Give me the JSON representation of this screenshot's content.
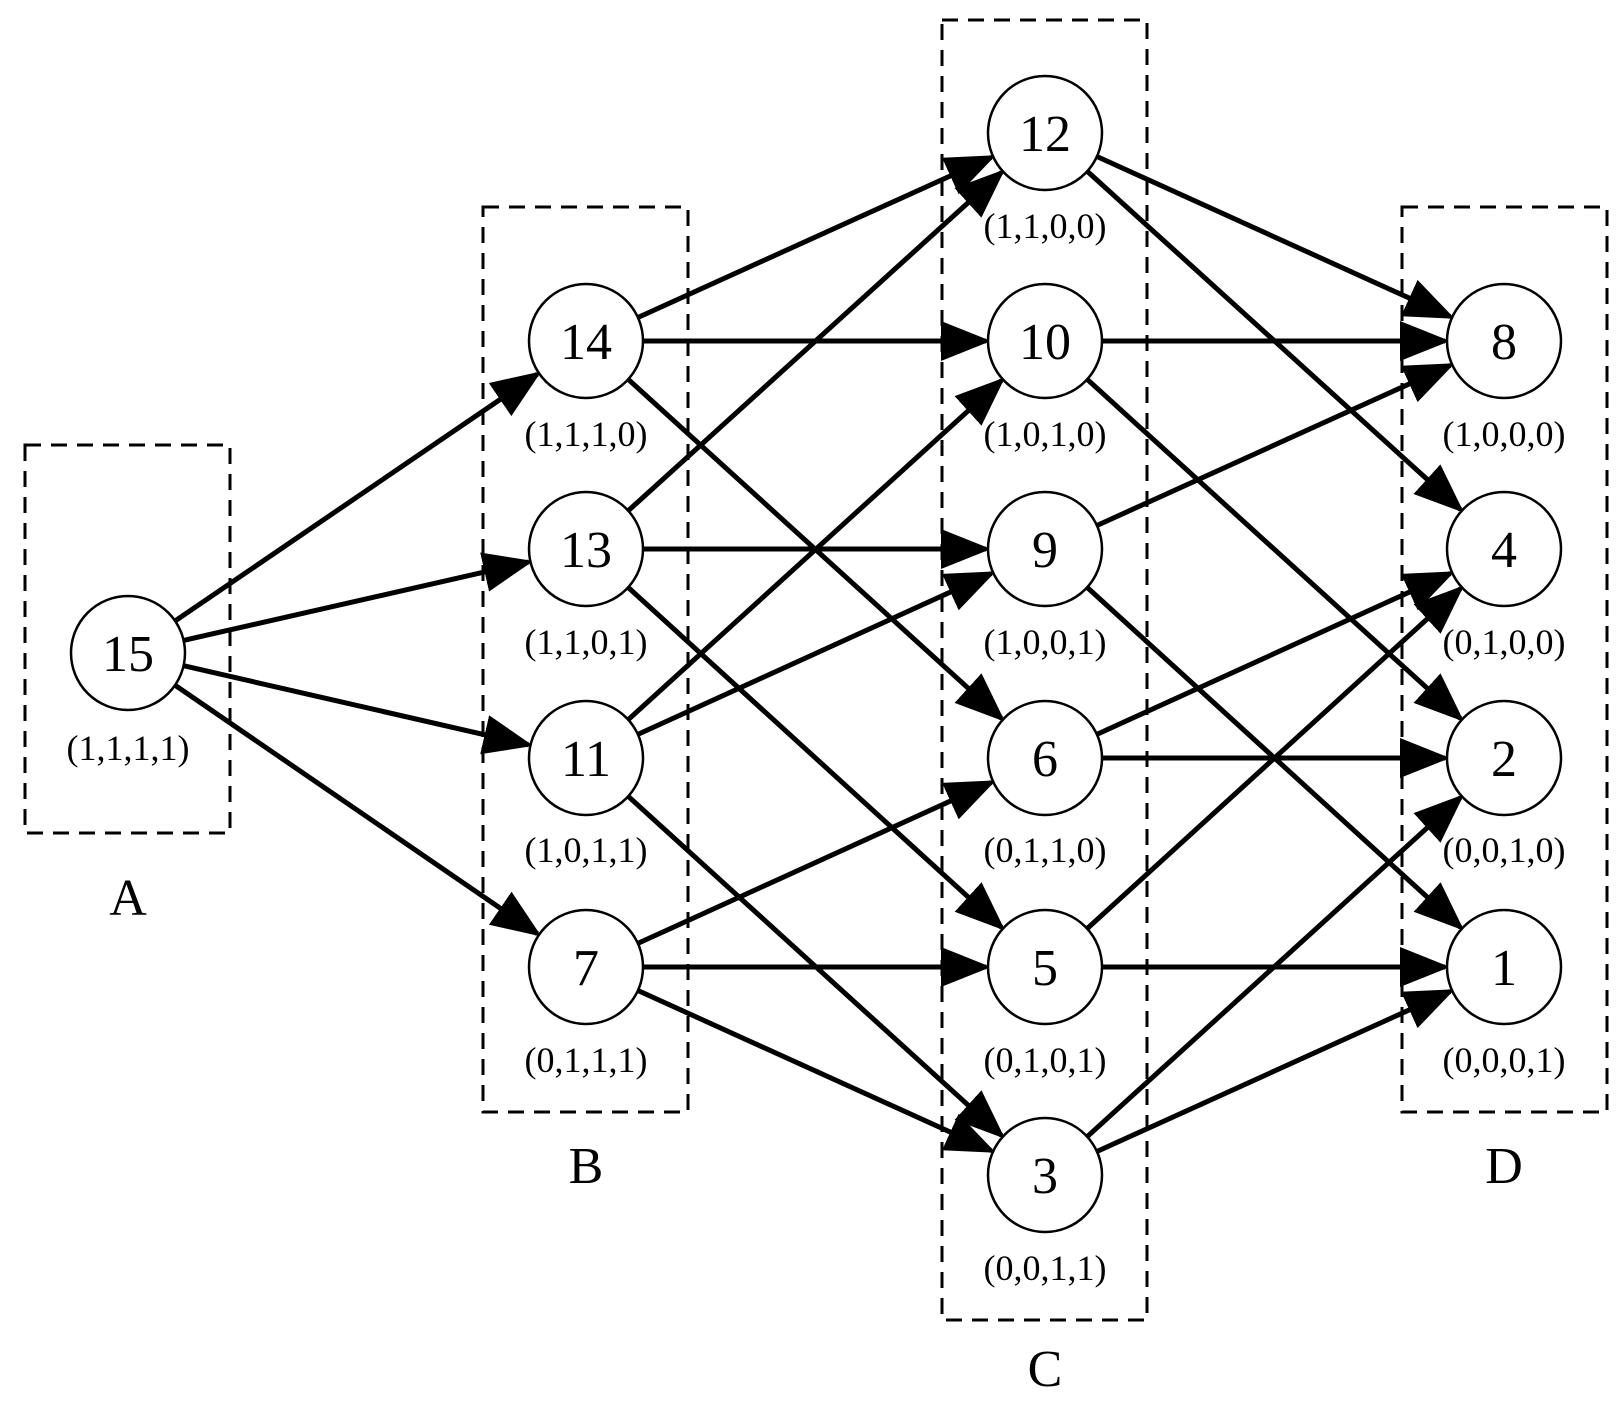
{
  "groups": [
    {
      "id": "A",
      "label": "A"
    },
    {
      "id": "B",
      "label": "B"
    },
    {
      "id": "C",
      "label": "C"
    },
    {
      "id": "D",
      "label": "D"
    }
  ],
  "nodes": [
    {
      "id": "15",
      "label": "15",
      "code": "(1,1,1,1)",
      "group": "A"
    },
    {
      "id": "14",
      "label": "14",
      "code": "(1,1,1,0)",
      "group": "B"
    },
    {
      "id": "13",
      "label": "13",
      "code": "(1,1,0,1)",
      "group": "B"
    },
    {
      "id": "11",
      "label": "11",
      "code": "(1,0,1,1)",
      "group": "B"
    },
    {
      "id": "7",
      "label": "7",
      "code": "(0,1,1,1)",
      "group": "B"
    },
    {
      "id": "12",
      "label": "12",
      "code": "(1,1,0,0)",
      "group": "C"
    },
    {
      "id": "10",
      "label": "10",
      "code": "(1,0,1,0)",
      "group": "C"
    },
    {
      "id": "9",
      "label": "9",
      "code": "(1,0,0,1)",
      "group": "C"
    },
    {
      "id": "6",
      "label": "6",
      "code": "(0,1,1,0)",
      "group": "C"
    },
    {
      "id": "5",
      "label": "5",
      "code": "(0,1,0,1)",
      "group": "C"
    },
    {
      "id": "3",
      "label": "3",
      "code": "(0,0,1,1)",
      "group": "C"
    },
    {
      "id": "8",
      "label": "8",
      "code": "(1,0,0,0)",
      "group": "D"
    },
    {
      "id": "4",
      "label": "4",
      "code": "(0,1,0,0)",
      "group": "D"
    },
    {
      "id": "2",
      "label": "2",
      "code": "(0,0,1,0)",
      "group": "D"
    },
    {
      "id": "1",
      "label": "1",
      "code": "(0,0,0,1)",
      "group": "D"
    }
  ],
  "edges": [
    [
      "15",
      "14"
    ],
    [
      "15",
      "13"
    ],
    [
      "15",
      "11"
    ],
    [
      "15",
      "7"
    ],
    [
      "14",
      "12"
    ],
    [
      "14",
      "10"
    ],
    [
      "14",
      "6"
    ],
    [
      "13",
      "12"
    ],
    [
      "13",
      "9"
    ],
    [
      "13",
      "5"
    ],
    [
      "11",
      "10"
    ],
    [
      "11",
      "9"
    ],
    [
      "11",
      "3"
    ],
    [
      "7",
      "6"
    ],
    [
      "7",
      "5"
    ],
    [
      "7",
      "3"
    ],
    [
      "12",
      "8"
    ],
    [
      "12",
      "4"
    ],
    [
      "10",
      "8"
    ],
    [
      "10",
      "2"
    ],
    [
      "9",
      "8"
    ],
    [
      "9",
      "1"
    ],
    [
      "6",
      "4"
    ],
    [
      "6",
      "2"
    ],
    [
      "5",
      "4"
    ],
    [
      "5",
      "1"
    ],
    [
      "3",
      "2"
    ],
    [
      "3",
      "1"
    ]
  ]
}
